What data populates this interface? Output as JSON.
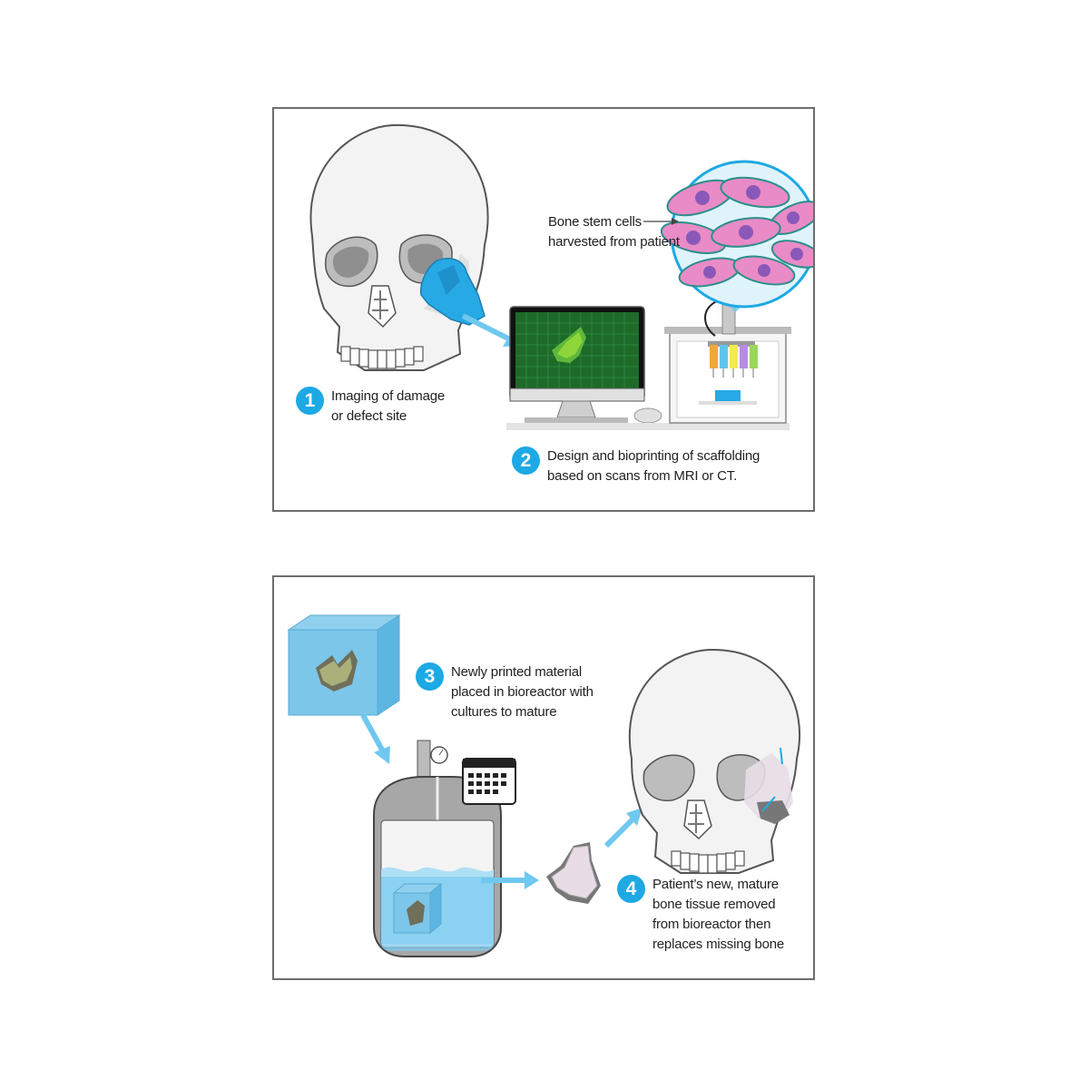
{
  "steps": [
    {
      "number": "1",
      "text": "Imaging of damage\nor defect site"
    },
    {
      "number": "2",
      "text": "Design and bioprinting of scaffolding\nbased on scans from MRI or CT."
    },
    {
      "number": "3",
      "text": "Newly printed material\nplaced in bioreactor with\ncultures to mature"
    },
    {
      "number": "4",
      "text": "Patient’s new, mature\nbone tissue removed\nfrom bioreactor then\nreplaces missing bone"
    }
  ],
  "labels": {
    "stem_cells": "Bone stem cells\nharvested from patient"
  },
  "icons": [
    "skull-icon",
    "computer-monitor-icon",
    "bioprinter-icon",
    "stem-cells-icon",
    "bioreactor-icon",
    "calendar-icon",
    "scaffold-cube-icon",
    "bone-graft-icon",
    "arrow-icon"
  ],
  "colors": {
    "accent_blue": "#1da9e4",
    "defect_blue": "#27a9e5",
    "screen_green": "#1d6a2a",
    "scaffold_green": "#8ed63a",
    "cell_pink": "#e98bc6",
    "cell_nucleus": "#8a58b8",
    "bone_tissue": "#e8dde6"
  }
}
